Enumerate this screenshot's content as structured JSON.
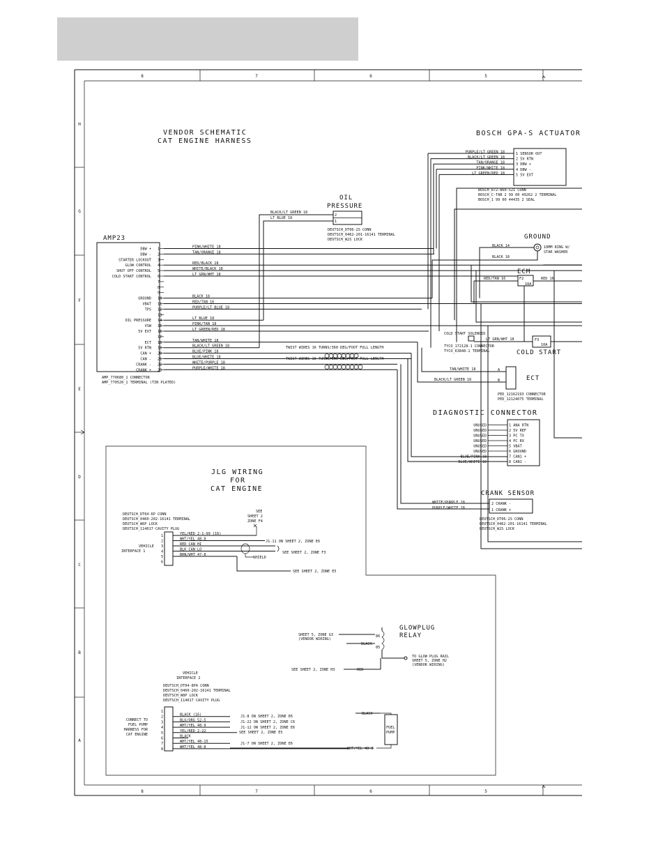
{
  "frame": {
    "columns": [
      "8",
      "7",
      "6",
      "5"
    ],
    "rows": [
      "H",
      "G",
      "F",
      "E",
      "D",
      "C",
      "B",
      "A"
    ]
  },
  "titles": {
    "vendor": [
      "VENDOR SCHEMATIC",
      "CAT ENGINE HARNESS"
    ],
    "jlg": [
      "JLG WIRING",
      "FOR",
      "CAT ENGINE"
    ]
  },
  "amp23": {
    "label": "AMP23",
    "pins": [
      {
        "n": "1",
        "name": "DBW +",
        "wire": "PINK/WHITE 18"
      },
      {
        "n": "2",
        "name": "DBW -",
        "wire": "TAN/ORANGE 18"
      },
      {
        "n": "3",
        "name": "STARTER LOCKOUT",
        "wire": ""
      },
      {
        "n": "4",
        "name": "GLOW CONTROL",
        "wire": "RED/BLACK 18"
      },
      {
        "n": "5",
        "name": "SHUT OFF CONTROL",
        "wire": "WHITE/BLACK 18"
      },
      {
        "n": "6",
        "name": "COLD START CONTROL",
        "wire": "LT GRN/WHT 18"
      },
      {
        "n": "7",
        "name": "",
        "wire": ""
      },
      {
        "n": "8",
        "name": "",
        "wire": ""
      },
      {
        "n": "9",
        "name": "",
        "wire": ""
      },
      {
        "n": "10",
        "name": "GROUND",
        "wire": "BLACK 18"
      },
      {
        "n": "11",
        "name": "VBAT",
        "wire": "RED/TAN 16"
      },
      {
        "n": "12",
        "name": "TPS",
        "wire": "PURPLE/LT BLUE 18"
      },
      {
        "n": "13",
        "name": "",
        "wire": ""
      },
      {
        "n": "14",
        "name": "OIL PRESSURE",
        "wire": "LT BLUE 18"
      },
      {
        "n": "15",
        "name": "VSW",
        "wire": "PINK/TAN 18"
      },
      {
        "n": "16",
        "name": "5V EXT",
        "wire": "LT GREEN/RED 18"
      },
      {
        "n": "17",
        "name": "",
        "wire": ""
      },
      {
        "n": "18",
        "name": "ECT",
        "wire": "TAN/WHITE 18"
      },
      {
        "n": "19",
        "name": "5V RTN",
        "wire": "BLACK/LT GREEN 18"
      },
      {
        "n": "20",
        "name": "CAN +",
        "wire": "BLUE/PINK 18"
      },
      {
        "n": "21",
        "name": "CAN -",
        "wire": "BLUE/WHITE 18"
      },
      {
        "n": "22",
        "name": "CRANK -",
        "wire": "WHITE/PURPLE 18"
      },
      {
        "n": "23",
        "name": "CRANK +",
        "wire": "PURPLE/WHITE 18"
      }
    ],
    "notes": [
      "AMP_770680_1 CONNECTOR",
      "AMP_770520_1 TERMINAL (TIN PLATED)"
    ]
  },
  "twist": {
    "can": "TWIST WIRES 16 TURNS/360 DEG/FOOT FULL LENGTH",
    "crank": "TWIST WIRES 16 TURNS/360 DEG/FOOT FULL LENGTH"
  },
  "oil": {
    "title": [
      "OIL",
      "PRESSURE"
    ],
    "wires": [
      "BLACK/LT GREEN 18",
      "LT BLUE 18"
    ],
    "pins": [
      "2",
      "1"
    ],
    "notes": [
      "DEUTSCH_DT06-2S CONN",
      "DEUTSCH_0462-201-16141 TERMINAL",
      "DEUTSCH_W2S LOCK"
    ]
  },
  "bosch": {
    "title": "BOSCH GPA-S ACTUATOR",
    "wires": [
      "PURPLE/LT GREEN 18",
      "BLACK/LT GREEN 18",
      "TAN/ORANGE 18",
      "PINK/WHITE 18",
      "LT GREEN/RED 18"
    ],
    "pins": [
      "1  SENSOR OUT",
      "2  5V RTN",
      "3  DBW +",
      "4  DBW -",
      "5  5V EXT"
    ],
    "notes": [
      "BOSCH_872-860-521 CONN",
      "BOSCH_C-TAB 2 99 00 49262 2 TERMINAL",
      "BOSCH_1 99 00 44435 2 SEAL"
    ]
  },
  "ground": {
    "title": "GROUND",
    "wires": [
      "BLACK 14",
      "BLACK 18"
    ],
    "note": [
      "10MM RING W/",
      "STAR WASHER"
    ]
  },
  "ecm": {
    "title": "ECM",
    "wires": [
      "RED/TAN 16",
      "RED 16"
    ],
    "fuse": "F2",
    "amp": "10A"
  },
  "coldstart": {
    "solenoid": "COLD START SOLENOID",
    "wire": "LT GRN/WHT 18",
    "notes": [
      "TYCO_172128-1 CONNECTOR",
      "TYCO_63848-1 TERMINAL"
    ],
    "title": "COLD START",
    "fuse": "F3",
    "amp": "10A"
  },
  "ect": {
    "title": "ECT",
    "wires": [
      "TAN/WHITE 18",
      "BLACK/LT GREEN 18"
    ],
    "pins": [
      "A",
      "B"
    ],
    "notes": [
      "PED_12162193 CONNECTOR",
      "PED_12124075 TERMINAL"
    ]
  },
  "diag": {
    "title": "DIAGNOSTIC CONNECTOR",
    "left": [
      "UNUSED",
      "UNUSED",
      "UNUSED",
      "UNUSED",
      "UNUSED",
      "UNUSED",
      "BLUE/PINK 18",
      "BLUE/WHITE 18"
    ],
    "pins": [
      "1  ANA RTN",
      "2  5V REF",
      "3  PC TX",
      "4  PC RX",
      "5  VBAT",
      "6  GROUND",
      "7  CAN1 +",
      "8  CAN1 -"
    ]
  },
  "crank": {
    "title": "CRANK SENSOR",
    "wires": [
      "WHITE/PURPLE 18",
      "PURPLE/WHITE 18"
    ],
    "pins": [
      "2  CRANK -",
      "1  CRANK +"
    ],
    "notes": [
      "DEUTSCH_DT06-2S CONN",
      "DEUTSCH_0462-201-16141 TERMINAL",
      "DEUTSCH_W2S LOCK"
    ]
  },
  "vi1": {
    "notes": [
      "DEUTSCH_DT04-6P CONN",
      "DEUTSCH_0460-202-16141 TERMINAL",
      "DEUTSCH_W6P LOCK",
      "DEUTSCH_114017 CAVITY PLUG"
    ],
    "label": [
      "VEHICLE",
      "INTERFACE 1"
    ],
    "see": [
      "SEE",
      "SHEET 2",
      "ZONE F4"
    ],
    "wires": [
      "YEL/RED 2-1-99 (16)",
      "WHT/YEL 48-8",
      "RED CAN HI",
      "BLK CAN LO",
      "BRN/WHT 47-8",
      ""
    ],
    "refs": [
      "J1-11 ON SHEET 2, ZONE E6",
      "SEE SHEET 2, ZONE F3",
      "SEE SHEET 2, ZONE E5"
    ],
    "shield": "SHIELD"
  },
  "glow": {
    "title": [
      "GLOWPLUG",
      "RELAY"
    ],
    "sheet5": [
      "SHEET 5, ZONE G3",
      "(VENDOR WIRING)"
    ],
    "black": "BLACK",
    "t86": "86",
    "t85": "85",
    "rail": [
      "TO GLOW PLUG RAIL",
      "SHEET 5, ZONE H2",
      "(VENDOR WIRING)"
    ],
    "see": "SEE SHEET 2, ZONE H3",
    "red": "RED"
  },
  "vi2": {
    "label": [
      "VEHICLE",
      "INTERFACE 2"
    ],
    "notes": [
      "DEUTSCH_DT04-8PA CONN",
      "DEUTSCH_0460-202-16141 TERMINAL",
      "DEUTSCH_W8P LOCK",
      "DEUTSCH_114017 CAVITY PLUG"
    ],
    "connect": [
      "CONNECT TO",
      "FUEL PUMP",
      "HARNESS FOR",
      "CAT ENGINE"
    ],
    "wires": [
      "",
      "BLACK (16)",
      "BLU/ORG 52-5",
      "WHT/YEL 48-9",
      "YEL/RED 2-22",
      "BLACK",
      "WHT/YEL 48-15",
      "WHT/YEL 48-8"
    ],
    "refs": [
      "J1-8 ON SHEET 2, ZONE E6",
      "J1-22 ON SHEET 2, ZONE C6",
      "J1-12 ON SHEET 2, ZONE E6",
      "SEE SHEET 2, ZONE E5",
      "J1-7 ON SHEET 2, ZONE E6"
    ],
    "pump": [
      "FUEL",
      "PUMP"
    ],
    "pumpBlack": "BLACK",
    "pumpWht": "WHT/YEL 48-8"
  }
}
